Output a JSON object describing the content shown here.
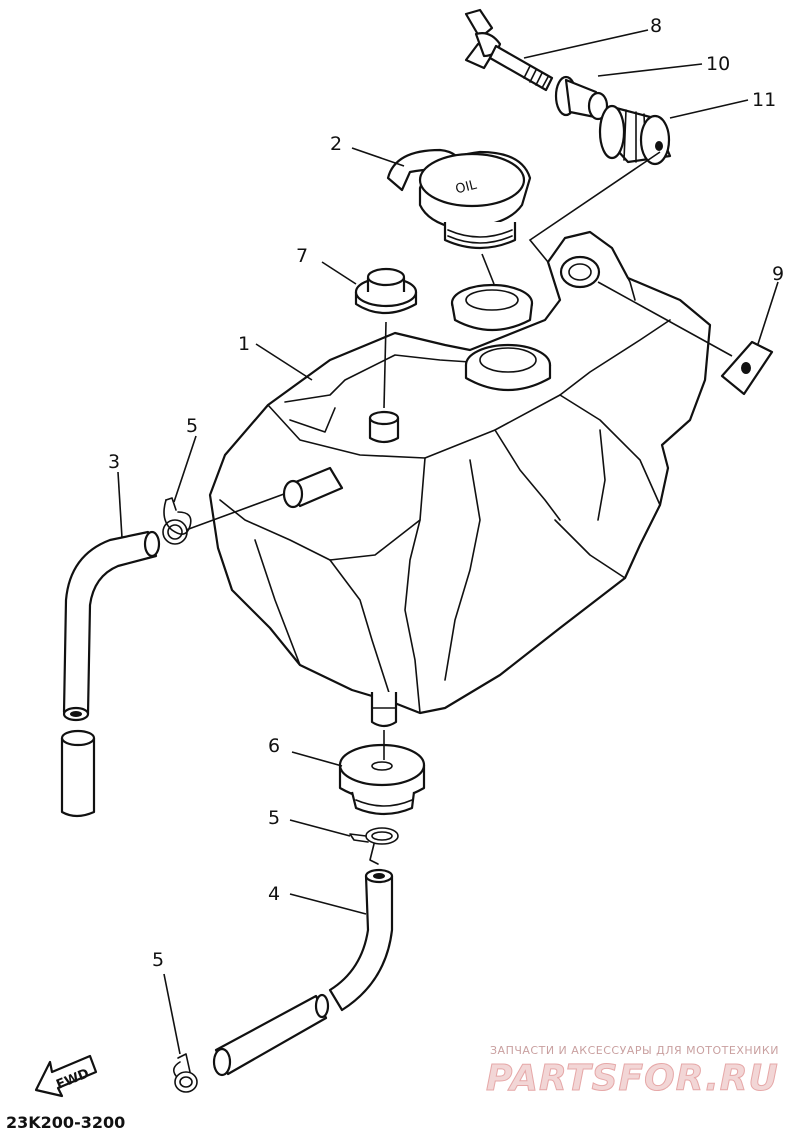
{
  "callouts": {
    "c1": "1",
    "c2": "2",
    "c3": "3",
    "c4": "4",
    "c5a": "5",
    "c5b": "5",
    "c5c": "5",
    "c6": "6",
    "c7": "7",
    "c8": "8",
    "c9": "9",
    "c10": "10",
    "c11": "11"
  },
  "cap_marking": "OIL",
  "fwd_label": "FWD",
  "diagram_code": "23K200-3200",
  "watermark": {
    "tagline": "ЗАПЧАСТИ И АКСЕССУАРЫ ДЛЯ МОТОТЕХНИКИ",
    "logo": "PARTSFOR.RU"
  }
}
